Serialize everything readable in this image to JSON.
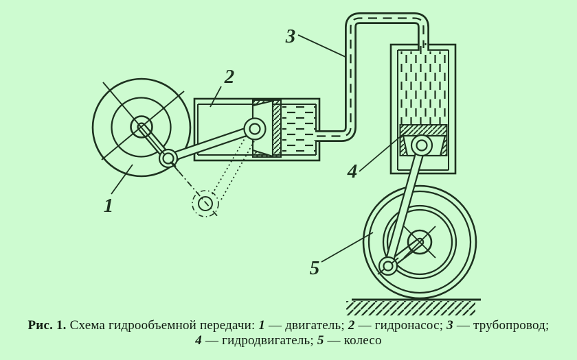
{
  "colors": {
    "background": "#cdfbd0",
    "ink": "#1d311f",
    "caption_text": "#111c12"
  },
  "diagram_labels": {
    "engine": "1",
    "pump": "2",
    "pipe": "3",
    "hydromotor": "4",
    "wheel": "5"
  },
  "caption": {
    "prefix": "Рис. 1.",
    "title": "Схема гидрообъемной передачи:",
    "dash": "—",
    "items": [
      {
        "num": "1",
        "text": "двигатель;"
      },
      {
        "num": "2",
        "text": "гидронасос;"
      },
      {
        "num": "3",
        "text": "трубопровод;"
      },
      {
        "num": "4",
        "text": "гидродвигатель;"
      },
      {
        "num": "5",
        "text": "колесо"
      }
    ]
  }
}
